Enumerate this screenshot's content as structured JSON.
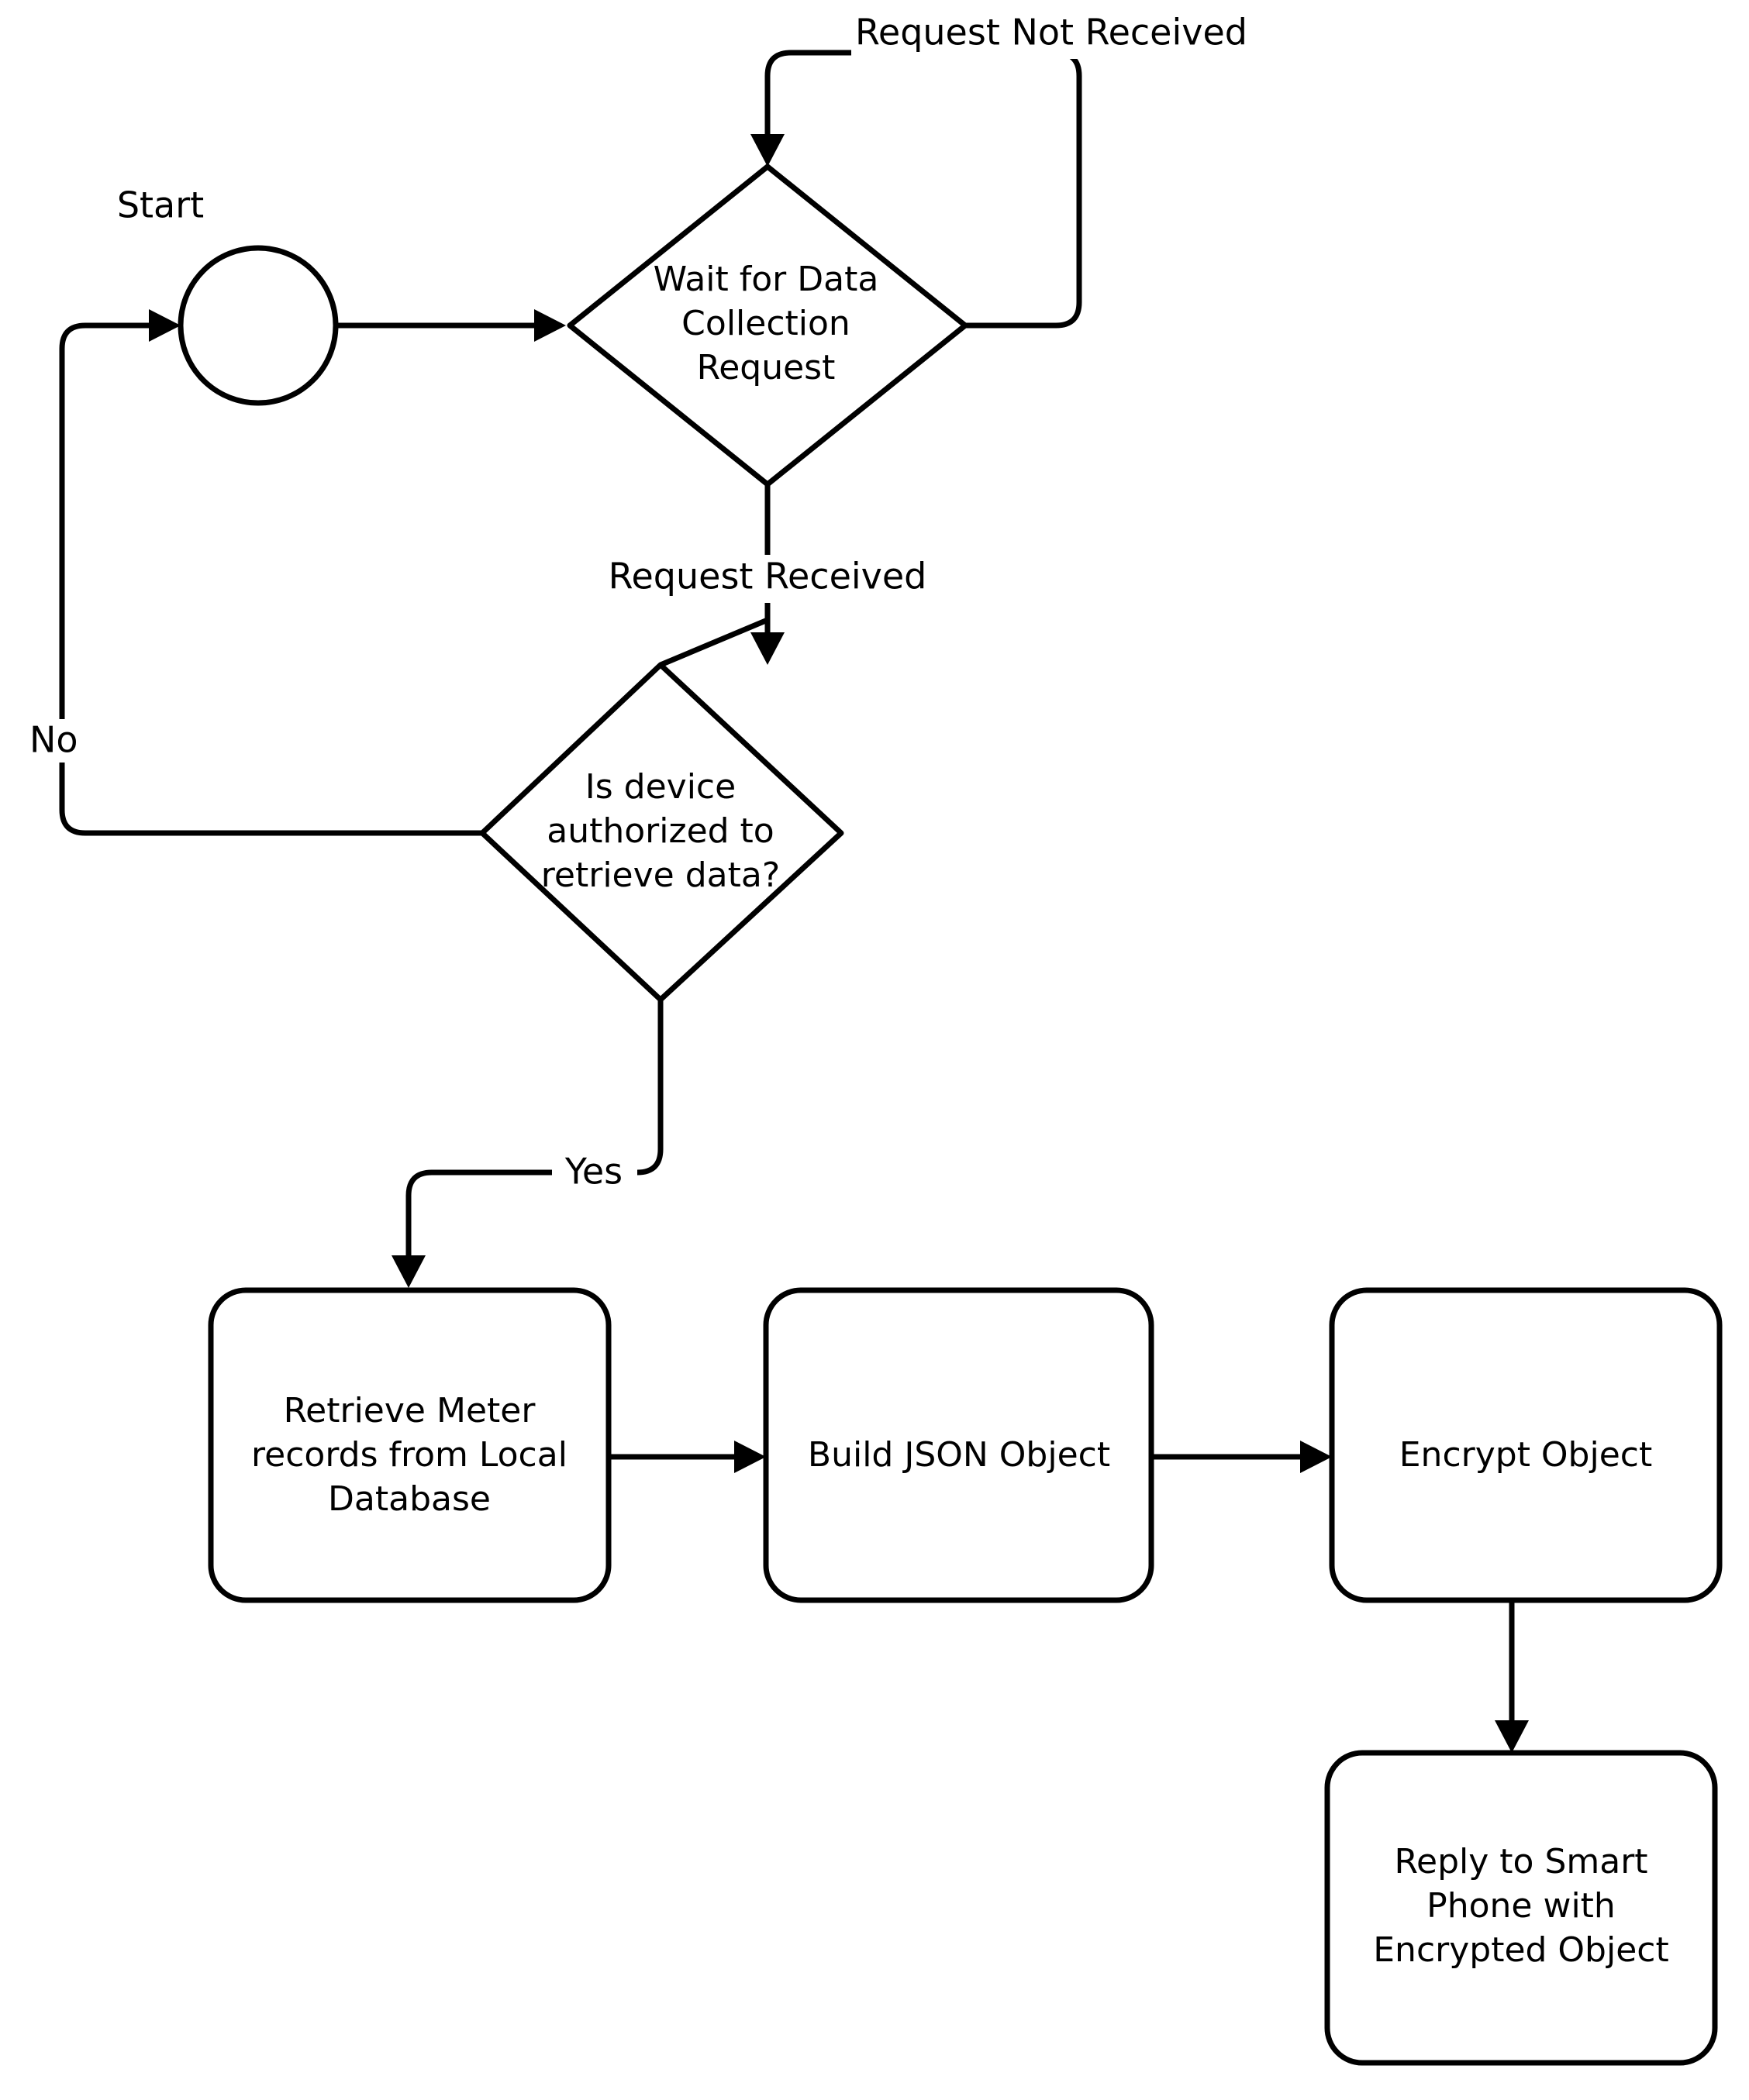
{
  "diagram": {
    "type": "flowchart",
    "title_visible": false,
    "background_color": "#ffffff",
    "stroke_color": "#000000",
    "nodes": [
      {
        "id": "start",
        "shape": "circle",
        "label": "",
        "external_label": "Start"
      },
      {
        "id": "wait_request",
        "shape": "diamond",
        "lines": [
          "Wait for Data",
          "Collection",
          "Request"
        ]
      },
      {
        "id": "is_authorized",
        "shape": "diamond",
        "lines": [
          "Is device",
          "authorized to",
          "retrieve data?"
        ]
      },
      {
        "id": "retrieve_meter",
        "shape": "rounded-rect",
        "lines": [
          "Retrieve Meter",
          "records from Local",
          "Database"
        ]
      },
      {
        "id": "build_json",
        "shape": "rounded-rect",
        "lines": [
          "Build JSON Object"
        ]
      },
      {
        "id": "encrypt_object",
        "shape": "rounded-rect",
        "lines": [
          "Encrypt Object"
        ]
      },
      {
        "id": "reply_smart_phone",
        "shape": "rounded-rect",
        "lines": [
          "Reply to Smart",
          "Phone with",
          "Encrypted Object"
        ]
      }
    ],
    "edges": [
      {
        "id": "e_no_to_start",
        "from": "is_authorized",
        "to": "start",
        "label": "No"
      },
      {
        "id": "e_start_to_wait",
        "from": "start",
        "to": "wait_request",
        "label": ""
      },
      {
        "id": "e_not_received_loop",
        "from": "wait_request",
        "to": "wait_request",
        "label": "Request Not Received"
      },
      {
        "id": "e_received",
        "from": "wait_request",
        "to": "is_authorized",
        "label": "Request Received"
      },
      {
        "id": "e_yes",
        "from": "is_authorized",
        "to": "retrieve_meter",
        "label": "Yes"
      },
      {
        "id": "e_retrieve_to_build",
        "from": "retrieve_meter",
        "to": "build_json",
        "label": ""
      },
      {
        "id": "e_build_to_encrypt",
        "from": "build_json",
        "to": "encrypt_object",
        "label": ""
      },
      {
        "id": "e_encrypt_to_reply",
        "from": "encrypt_object",
        "to": "reply_smart_phone",
        "label": ""
      }
    ]
  },
  "labels": {
    "start": "Start",
    "wait_l1": "Wait for Data",
    "wait_l2": "Collection",
    "wait_l3": "Request",
    "auth_l1": "Is device",
    "auth_l2": "authorized to",
    "auth_l3": "retrieve data?",
    "retrieve_l1": "Retrieve Meter",
    "retrieve_l2": "records from Local",
    "retrieve_l3": "Database",
    "build_json": "Build JSON Object",
    "encrypt_object": "Encrypt Object",
    "reply_l1": "Reply to Smart",
    "reply_l2": "Phone with",
    "reply_l3": "Encrypted Object",
    "edge_no": "No",
    "edge_yes": "Yes",
    "edge_request_not_received": "Request Not Received",
    "edge_request_received": "Request Received"
  }
}
